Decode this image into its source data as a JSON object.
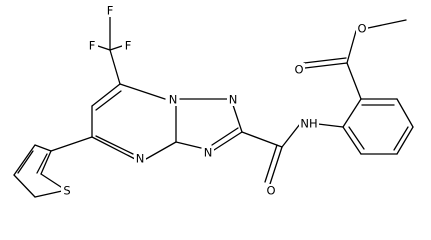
{
  "atoms": {
    "F_top": "F",
    "F_left": "F",
    "F_right": "F",
    "N_ring_top": "N",
    "N_ring_right": "N",
    "N_ring_mid": "N",
    "N_ring_left": "N",
    "O_amide": "O",
    "NH_amide": "NH",
    "O_ester_carbonyl": "O",
    "O_ester_ether": "O",
    "S_thiophene": "S"
  }
}
